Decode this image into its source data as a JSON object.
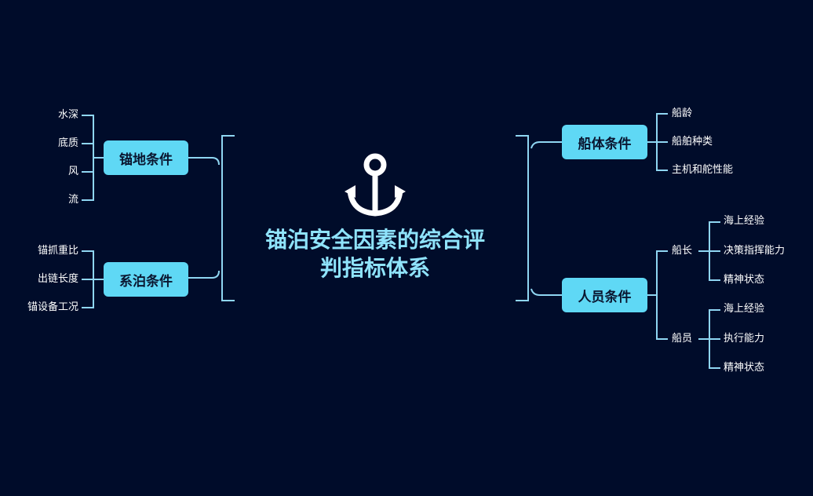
{
  "title": {
    "line1": "锚泊安全因素的综合评",
    "line2": "判指标体系"
  },
  "center_icon": "anchor-icon",
  "colors": {
    "background": "#000c2a",
    "box_fill": "#5fd8f5",
    "line": "#8fd6f2",
    "title_text": "#8fe3fb",
    "leaf_text": "#ffffff"
  },
  "left": {
    "anchorage": {
      "label": "锚地条件",
      "items": [
        "水深",
        "底质",
        "风",
        "流"
      ]
    },
    "mooring": {
      "label": "系泊条件",
      "items": [
        "锚抓重比",
        "出链长度",
        "锚设备工况"
      ]
    }
  },
  "right": {
    "hull": {
      "label": "船体条件",
      "items": [
        "船龄",
        "船舶种类",
        "主机和舵性能"
      ]
    },
    "personnel": {
      "label": "人员条件",
      "captain": {
        "label": "船长",
        "items": [
          "海上经验",
          "决策指挥能力",
          "精神状态"
        ]
      },
      "crew": {
        "label": "船员",
        "items": [
          "海上经验",
          "执行能力",
          "精神状态"
        ]
      }
    }
  }
}
